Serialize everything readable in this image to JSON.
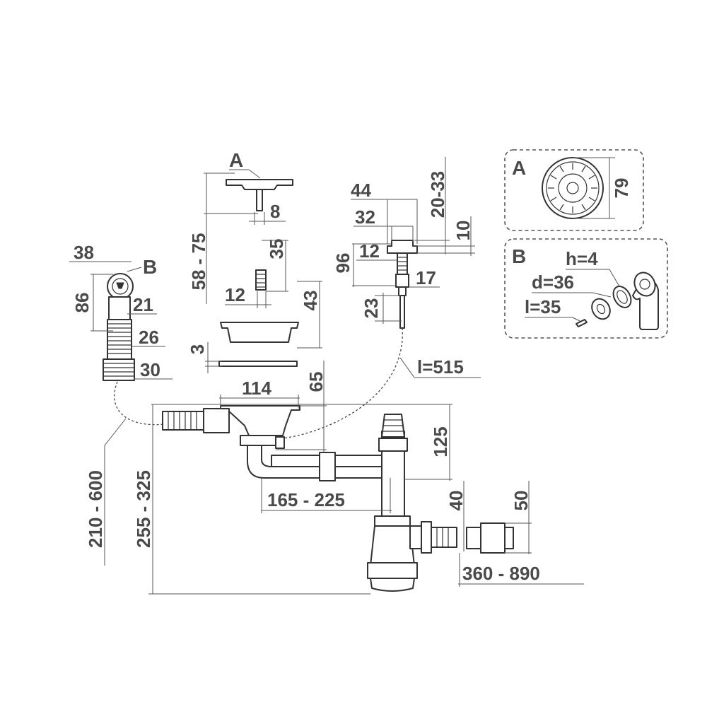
{
  "labels": {
    "detail_a": "A",
    "detail_b": "B"
  },
  "dimensions": {
    "overflow_width": "38",
    "overflow_height": "86",
    "overflow_ring": "21",
    "overflow_hose": "26",
    "overflow_thread": "30",
    "plug_stem": "8",
    "plug_range": "58 - 75",
    "screw_length": "35",
    "screw_diameter": "12",
    "strainer_height": "43",
    "gasket_thickness": "3",
    "outlet_diameter": "114",
    "outlet_height": "65",
    "knob_diameter": "44",
    "knob_inner": "32",
    "knob_range": "20-33",
    "knob_height": "10",
    "knob_thread": "12",
    "knob_total": "96",
    "knob_nut": "17",
    "knob_tail": "23",
    "cable_length": "l=515",
    "hose_range": "210 - 600",
    "siphon_height": "255 - 325",
    "pipe_range": "165 - 225",
    "vertical_125": "125",
    "connector_40": "40",
    "connector_50": "50",
    "outlet_range": "360 - 890",
    "grate_diameter": "79",
    "b_height": "h=4",
    "b_diameter": "d=36",
    "b_length": "l=35"
  }
}
